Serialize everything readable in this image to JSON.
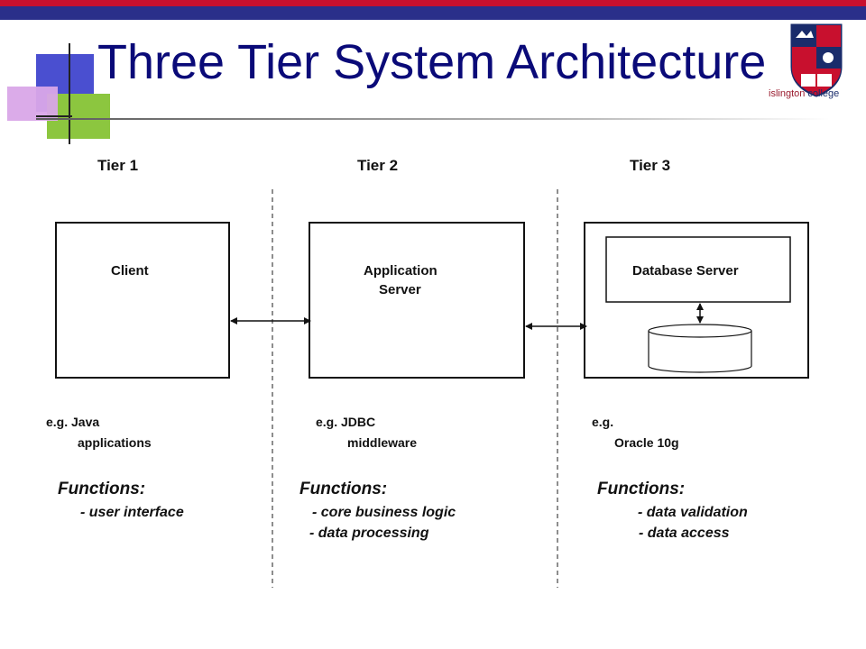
{
  "slide": {
    "title": "Three Tier System Architecture"
  },
  "logo": {
    "text_main": "islington",
    "text_sub": "college"
  },
  "tiers": [
    {
      "heading": "Tier 1",
      "box_label_lines": [
        "Client"
      ],
      "example_lines": [
        "e.g. Java",
        "applications"
      ],
      "functions_title": "Functions:",
      "functions": [
        "- user interface"
      ]
    },
    {
      "heading": "Tier  2",
      "box_label_lines": [
        "Application",
        "Server"
      ],
      "example_lines": [
        "e.g. JDBC",
        "middleware"
      ],
      "functions_title": "Functions:",
      "functions": [
        "- core business logic",
        "- data processing"
      ]
    },
    {
      "heading": "Tier  3",
      "box_label_lines": [
        "Database Server"
      ],
      "example_lines": [
        "e.g.",
        "Oracle 10g"
      ],
      "functions_title": "Functions:",
      "functions": [
        "- data validation",
        "- data access"
      ]
    }
  ],
  "colors": {
    "title": "#0a0a78",
    "top_bar_red": "#c8102e",
    "top_bar_blue": "#2a2f8a",
    "deco_blue": "#4a4fd0",
    "deco_green": "#8cc63f",
    "deco_pink": "#d9a6e8"
  }
}
